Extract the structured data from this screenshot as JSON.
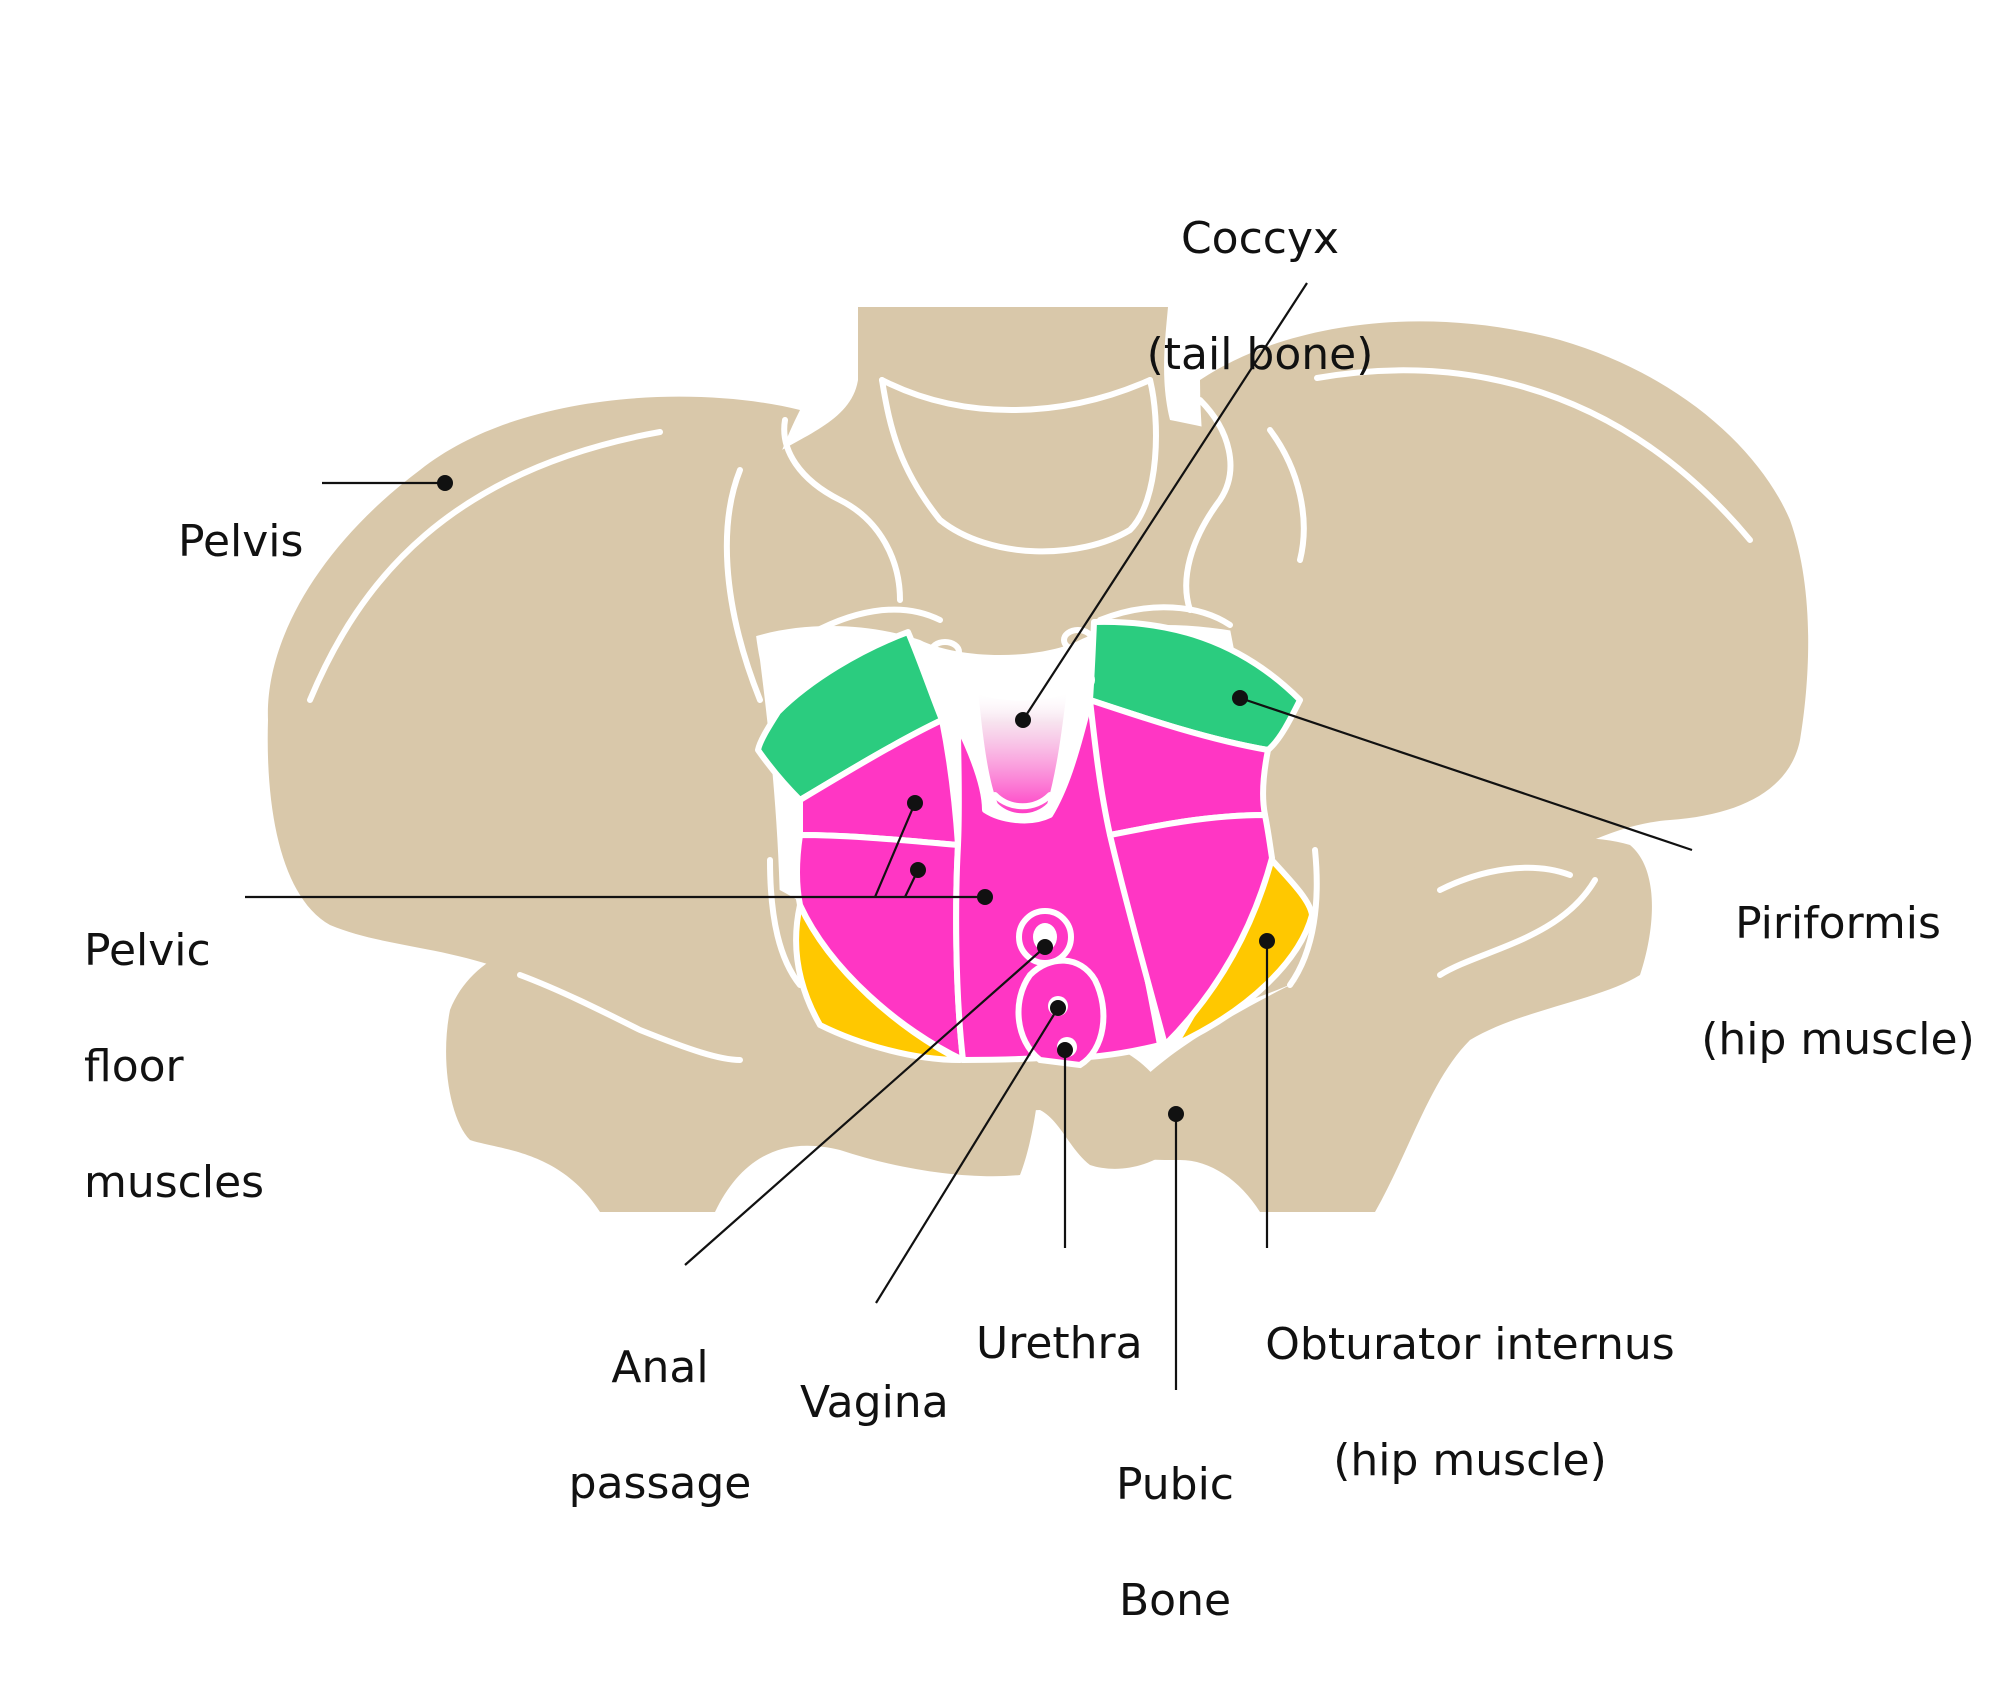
{
  "colors": {
    "bone": "#d9c8aa",
    "outline": "#ffffff",
    "piriformis": "#2bcc7f",
    "pelvic_floor": "#ff36c4",
    "obturator_internus": "#ffc800",
    "leader": "#111111"
  },
  "labels": {
    "coccyx": [
      "Coccyx",
      "(tail bone)"
    ],
    "pelvis": [
      "Pelvis"
    ],
    "piriformis": [
      "Piriformis",
      "(hip muscle)"
    ],
    "pelvic_floor": [
      "Pelvic",
      "floor",
      "muscles"
    ],
    "anal_passage": [
      "Anal",
      "passage"
    ],
    "vagina": [
      "Vagina"
    ],
    "urethra": [
      "Urethra"
    ],
    "obturator_internus": [
      "Obturator internus",
      "(hip muscle)"
    ],
    "pubic_bone": [
      "Pubic",
      "Bone"
    ]
  }
}
